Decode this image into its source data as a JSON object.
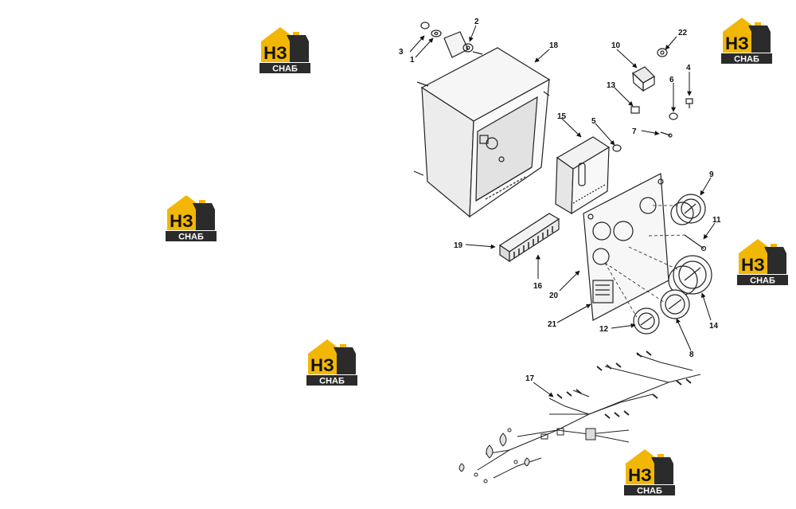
{
  "diagram": {
    "callouts": [
      "1",
      "2",
      "3",
      "4",
      "5",
      "6",
      "7",
      "8",
      "9",
      "10",
      "11",
      "12",
      "13",
      "14",
      "15",
      "16",
      "17",
      "18",
      "19",
      "20",
      "21",
      "22"
    ]
  },
  "watermark": {
    "top_text": "НЗ",
    "bottom_text": "СНАБ",
    "colors": {
      "roof": "#f2b705",
      "dark": "#2b2b2b",
      "text": "#ffffff"
    }
  }
}
